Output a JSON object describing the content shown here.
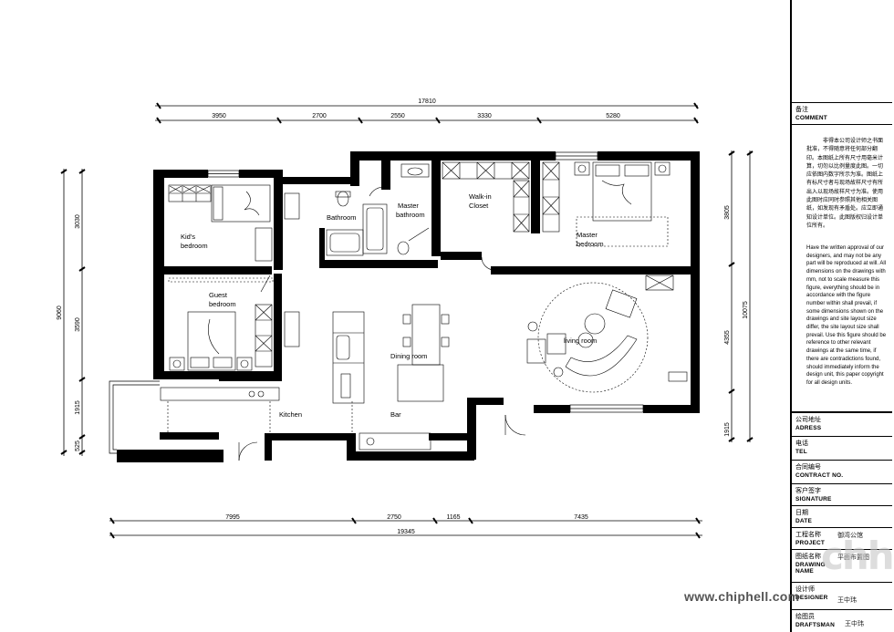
{
  "dimensions": {
    "top_total": "17810",
    "top_segments": [
      "3950",
      "2700",
      "2550",
      "3330",
      "5280"
    ],
    "bottom_segments": [
      "7995",
      "2750",
      "1165",
      "7435"
    ],
    "bottom_total": "19345",
    "left_total": "9060",
    "left_segments": [
      "3030",
      "3590",
      "1915",
      "525"
    ],
    "right_total": "10075",
    "right_segments": [
      "3805",
      "4355",
      "1915"
    ]
  },
  "rooms": {
    "kids_bedroom": [
      "Kid's",
      "bedroom"
    ],
    "bathroom": "Bathroom",
    "master_bathroom": [
      "Master",
      "bathroom"
    ],
    "walk_in_closet": [
      "Walk-in",
      "Closet"
    ],
    "master_bedroom": [
      "Master",
      "bedroom"
    ],
    "guest_bedroom": [
      "Guest",
      "bedroom"
    ],
    "dining_room": "Dining room",
    "living_room": "living room",
    "kitchen": "Kitchen",
    "bar": "Bar"
  },
  "title_block": {
    "comment_cn": "备注",
    "comment_en": "COMMENT",
    "note_cn": "非得本公司设计师之书面批准，不得随意将任何部分翻印。本图纸上所有尺寸用毫米计算，切勿以比例量度此图。一切应依图内数字所示为准。图纸上有标尺寸者与现场故样尺寸有所出入以现场故样尺寸为准。使用此图时应同时参照其他相关图纸，如发现有矛盾处。应立即通知设计单位。此图版权归设计单位所有。",
    "note_en": "Have the written approval of our designers, and may not be any part will be reproduced at will. All dimensions on the drawings with mm, not to scale measure this figure, everything should be in accordance with the figure number within shall prevail, if some dimensions shown on the drawings and site layout size differ, the site layout size shall prevail. Use this figure should be reference to other relevant drawings at the same time, if there are contradictions found, should immediately inform the design unit, this paper copyright for all design units.",
    "fields": [
      {
        "cn": "公司地址",
        "en": "ADRESS",
        "value": ""
      },
      {
        "cn": "电话",
        "en": "TEL",
        "value": ""
      },
      {
        "cn": "合同编号",
        "en": "CONTRACT NO.",
        "value": ""
      },
      {
        "cn": "客户签字",
        "en": "SIGNATURE",
        "value": ""
      },
      {
        "cn": "日期",
        "en": "DATE",
        "value": ""
      },
      {
        "cn": "工程名称",
        "en": "PROJECT",
        "value": "御湾公馆"
      },
      {
        "cn": "图纸名称",
        "en": "DRAWING NAME",
        "value": "平面布置图"
      },
      {
        "cn": "设计师",
        "en": "DESIGNER",
        "value": "王中玮"
      },
      {
        "cn": "绘图员",
        "en": "DRAFTSMAN",
        "value": "王中玮"
      }
    ]
  },
  "watermark": "www.chiphell.com",
  "watermark_logo": "chh"
}
